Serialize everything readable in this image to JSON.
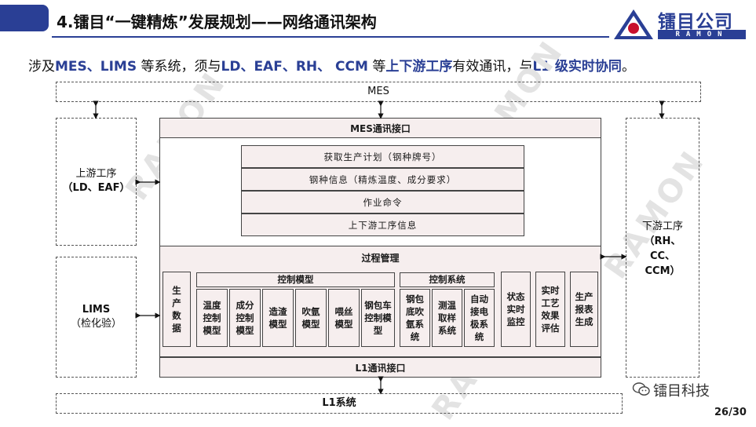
{
  "header": {
    "title": "4.镭目“一键精炼”发展规划——网络通讯架构",
    "logo_text": "镭目公司",
    "logo_sub": "RAMON"
  },
  "subtitle": {
    "p1": "涉及",
    "p2": "MES、LIMS",
    "p3": " 等系统，须与",
    "p4": "LD、EAF、RH、 CCM",
    "p5": " 等",
    "p6": "上下游工序",
    "p7": "有效通讯，与",
    "p8": "L1 级实时协同",
    "p9": "。"
  },
  "diagram": {
    "mes": "MES",
    "mes_interface": "MES通讯接口",
    "rows": [
      "获取生产计划（钢种牌号）",
      "钢种信息（精炼温度、成分要求）",
      "作业命令",
      "上下游工序信息"
    ],
    "upstream": "上游工序",
    "upstream_sub": "（LD、EAF）",
    "downstream": "下游工序",
    "downstream_sub1": "（RH、",
    "downstream_sub2": "CC、",
    "downstream_sub3": "CCM）",
    "lims": "LIMS",
    "lims_sub": "（检化验）",
    "process_mgmt": "过程管理",
    "control_model": "控制模型",
    "control_system": "控制系统",
    "production_data": "生产数据",
    "models": [
      "温度控制模型",
      "成分控制模型",
      "造渣模型",
      "吹氩模型",
      "喂丝模型",
      "钢包车控制模型"
    ],
    "systems": [
      "钢包底吹氩系统",
      "测温取样系统",
      "自动接电极系统"
    ],
    "status": "状态实时监控",
    "evaluation": "实时工艺效果评估",
    "report": "生产报表生成",
    "l1_interface": "L1通讯接口",
    "l1": "L1系统"
  },
  "footer": {
    "wechat": "镭目科技",
    "page": "26/30"
  },
  "watermark": "RAMON"
}
